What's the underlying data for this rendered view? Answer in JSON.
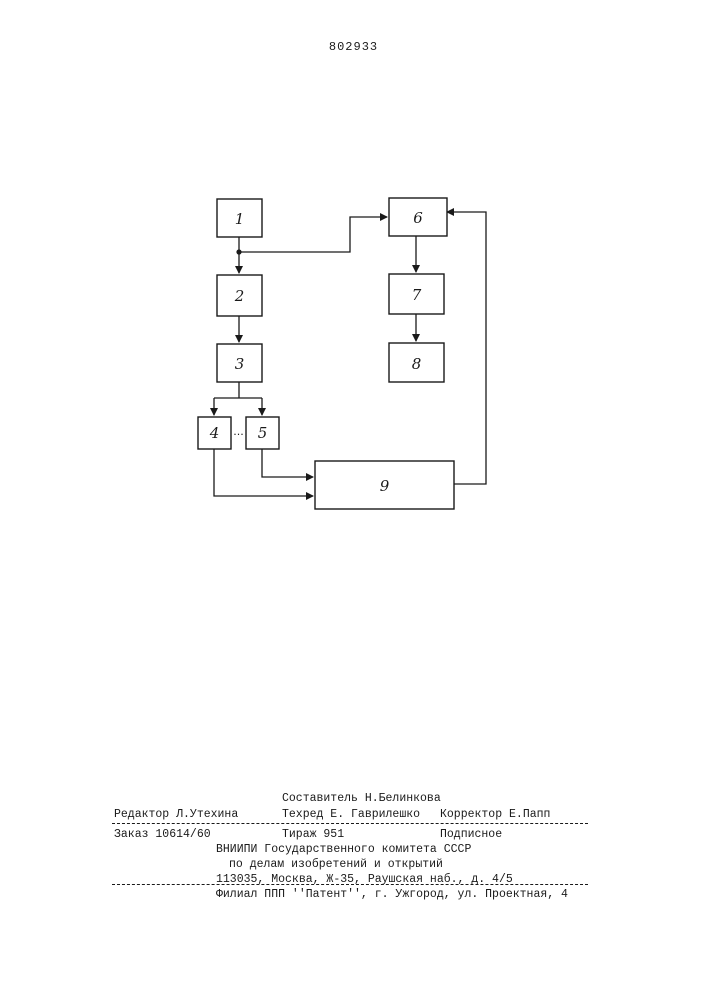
{
  "page_number": "802933",
  "diagram": {
    "blocks": [
      "1",
      "2",
      "3",
      "4",
      "5",
      "6",
      "7",
      "8",
      "9"
    ],
    "ellipsis": "..."
  },
  "imprint": {
    "compiler": "Составитель Н.Белинкова",
    "editor": "Редактор Л.Утехина",
    "techred": "Техред Е. Гаврилешко",
    "corrector": "Корректор Е.Папп",
    "order": "Заказ 10614/60",
    "circulation": "Тираж 951",
    "subscription": "Подписное",
    "org_line1": "ВНИИПИ Государственного комитета СССР",
    "org_line2": "по делам изобретений и открытий",
    "address": "113035, Москва, Ж-35, Раушская наб., д. 4/5",
    "branch": "Филиал ППП ''Патент'', г. Ужгород, ул. Проектная, 4"
  }
}
